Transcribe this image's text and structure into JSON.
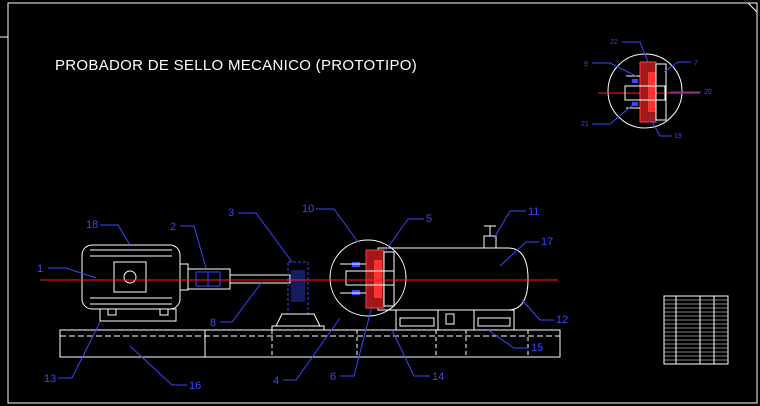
{
  "drawing": {
    "title": "PROBADOR DE SELLO MECANICO (PROTOTIPO)",
    "colors": {
      "background": "#000000",
      "linework": "#ffffff",
      "callouts": "#3a46ff",
      "shaft_axis": "#ff2020",
      "seal_detail": "#c02020"
    }
  },
  "callouts": {
    "c1": "1",
    "c2": "2",
    "c3": "3",
    "c4": "4",
    "c5": "5",
    "c6": "6",
    "c8": "8",
    "c10": "10",
    "c11": "11",
    "c12": "12",
    "c13": "13",
    "c14": "14",
    "c15": "15",
    "c16": "16",
    "c17": "17",
    "c18": "18"
  },
  "detail_callouts": {
    "d22": "22",
    "d9": "9",
    "d7": "7",
    "d20": "20",
    "d21": "21",
    "d19": "19"
  }
}
